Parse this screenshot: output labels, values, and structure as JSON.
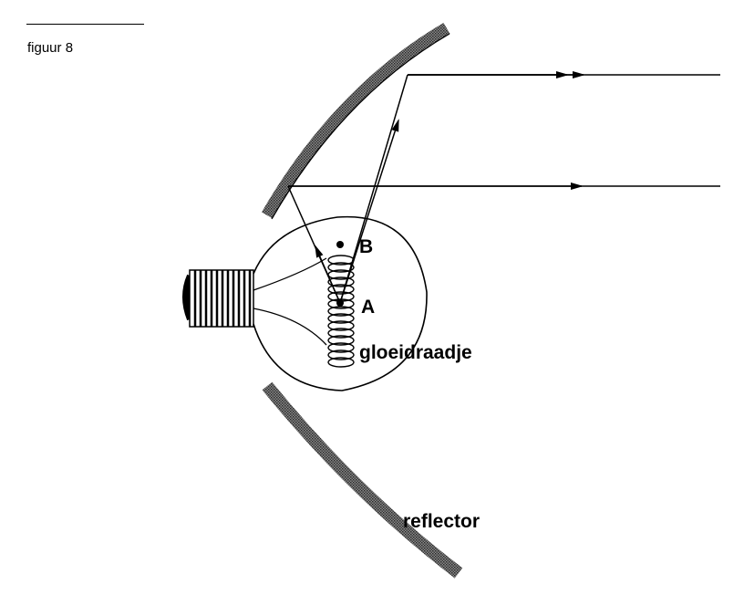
{
  "figure": {
    "caption": "figuur 8"
  },
  "labels": {
    "point_a": "A",
    "point_b": "B",
    "filament": "gloeidraadje",
    "reflector": "reflector"
  },
  "colors": {
    "ink": "#000000",
    "reflector_hatch": "#6a6a6a"
  }
}
